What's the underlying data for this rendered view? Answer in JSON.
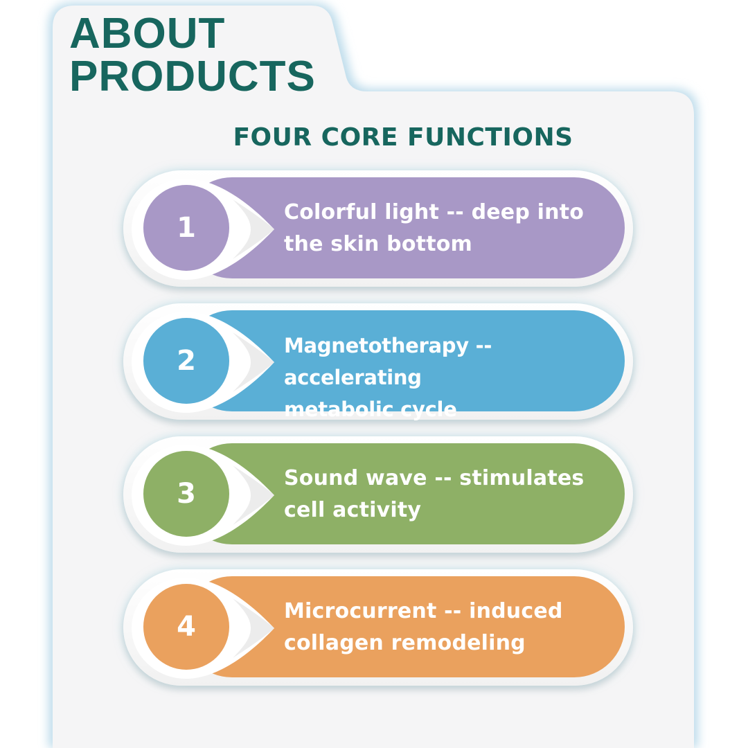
{
  "header": {
    "title_line1": "ABOUT",
    "title_line2": "PRODUCTS"
  },
  "section": {
    "subtitle": "FOUR CORE FUNCTIONS"
  },
  "functions": [
    {
      "number": "1",
      "line1": "Colorful light -- deep into",
      "line2": "the skin bottom",
      "color": "#a898c6"
    },
    {
      "number": "2",
      "line1": "Magnetotherapy -- accelerating",
      "line2": "metabolic cycle",
      "color": "#5aafd6"
    },
    {
      "number": "3",
      "line1": "Sound wave -- stimulates",
      "line2": "cell activity",
      "color": "#8eb066"
    },
    {
      "number": "4",
      "line1": "Microcurrent -- induced",
      "line2": "collagen remodeling",
      "color": "#eaa15e"
    }
  ],
  "colors": {
    "heading": "#17665e",
    "panel": "#f5f5f6",
    "panel_glow": "#cfe5ee"
  }
}
